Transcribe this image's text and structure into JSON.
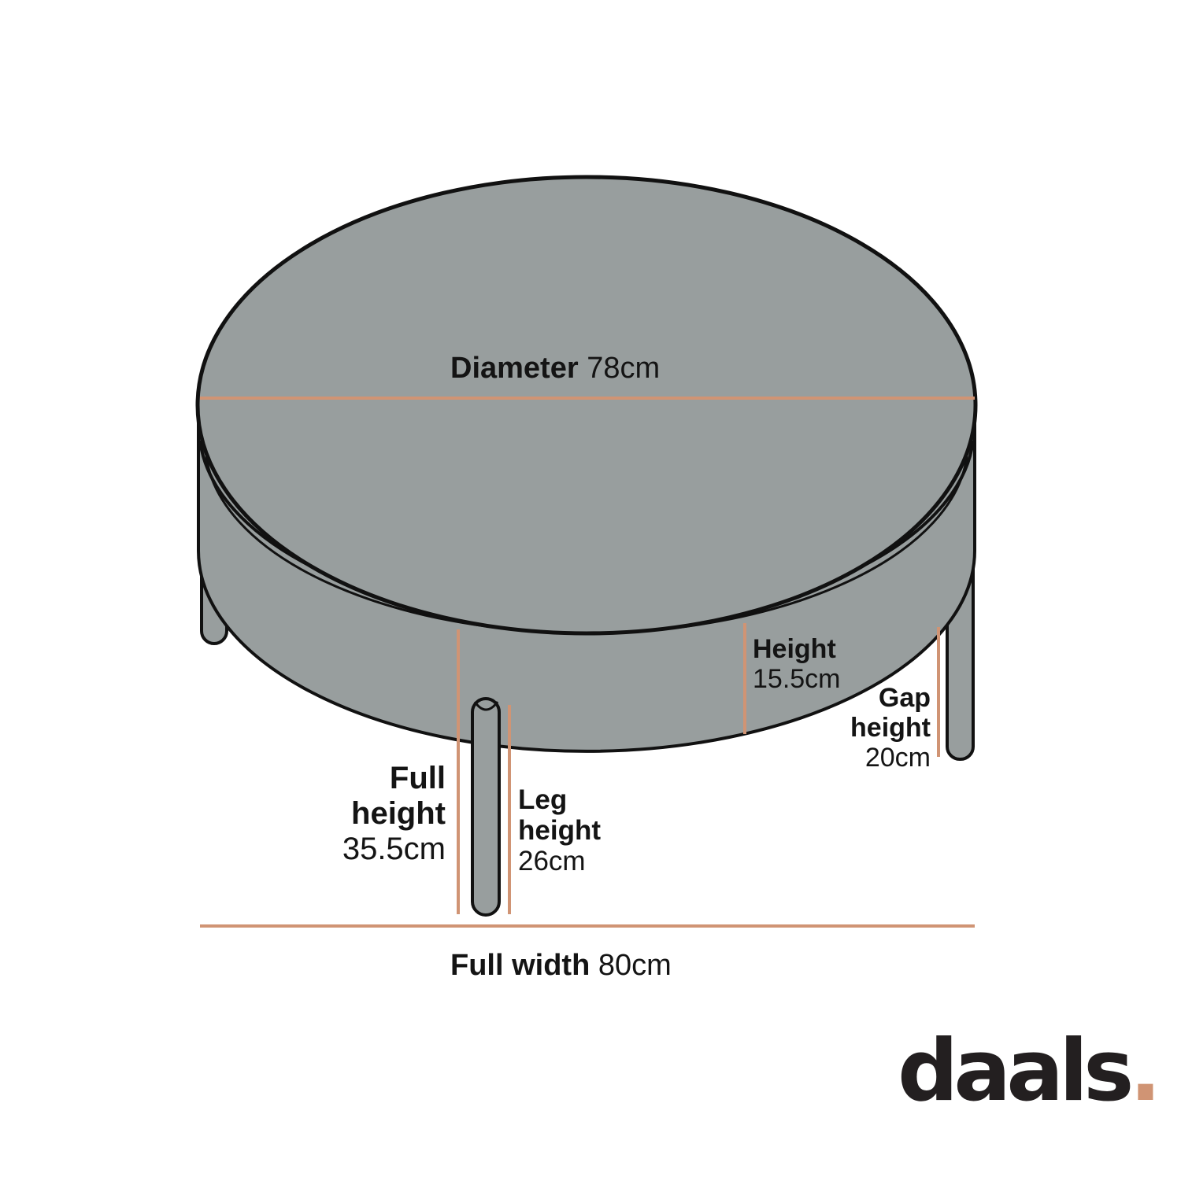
{
  "diagram": {
    "subject": "round coffee table with storage lid and four legs",
    "colors": {
      "fill": "#989e9e",
      "outline": "#111111",
      "measure_line": "#d09474",
      "text": "#141414",
      "background": "#ffffff",
      "logo_text": "#231f20",
      "logo_dot": "#d09474"
    },
    "dimensions": {
      "diameter": {
        "label": "Diameter",
        "value": "78cm"
      },
      "height": {
        "label": "Height",
        "value": "15.5cm"
      },
      "gap_height": {
        "label_line1": "Gap",
        "label_line2": "height",
        "value": "20cm"
      },
      "full_height": {
        "label_line1": "Full",
        "label_line2": "height",
        "value": "35.5cm"
      },
      "leg_height": {
        "label_line1": "Leg",
        "label_line2": "height",
        "value": "26cm"
      },
      "full_width": {
        "label": "Full width",
        "value": "80cm"
      }
    }
  },
  "brand": {
    "logo_text": "daals",
    "logo_dot": "."
  }
}
